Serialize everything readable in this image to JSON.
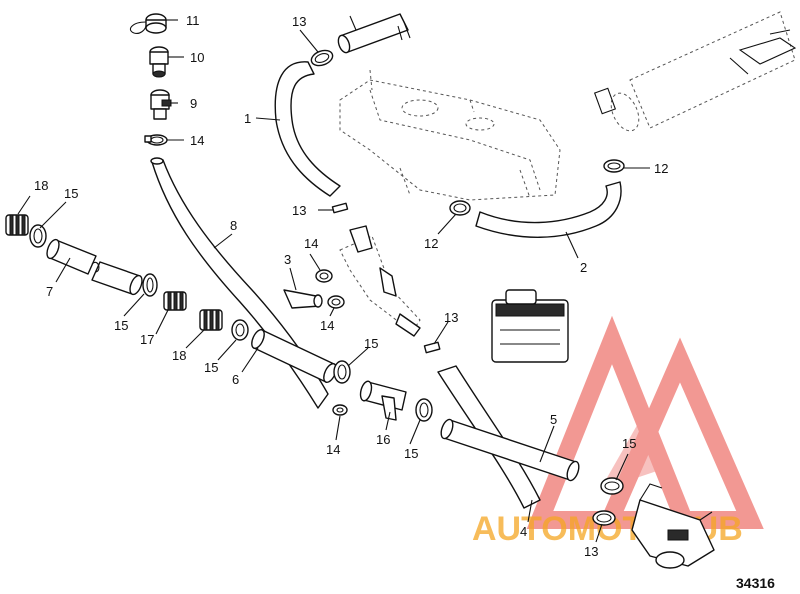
{
  "figure_number": "34316",
  "watermark": {
    "text_a": "AUTO",
    "text_b": "MOTO",
    "text_c": "HUB",
    "color_main": "#f5a623",
    "color_accent": "#e8453c"
  },
  "callouts": [
    {
      "id": "c11a",
      "label": "11"
    },
    {
      "id": "c10",
      "label": "10"
    },
    {
      "id": "c9",
      "label": "9"
    },
    {
      "id": "c14a",
      "label": "14"
    },
    {
      "id": "c13a",
      "label": "13"
    },
    {
      "id": "c1",
      "label": "1"
    },
    {
      "id": "c13b",
      "label": "13"
    },
    {
      "id": "c12a",
      "label": "12"
    },
    {
      "id": "c12b",
      "label": "12"
    },
    {
      "id": "c2",
      "label": "2"
    },
    {
      "id": "c18a",
      "label": "18"
    },
    {
      "id": "c15a",
      "label": "15"
    },
    {
      "id": "c7",
      "label": "7"
    },
    {
      "id": "c8",
      "label": "8"
    },
    {
      "id": "c14b",
      "label": "14"
    },
    {
      "id": "c3",
      "label": "3"
    },
    {
      "id": "c14c",
      "label": "14"
    },
    {
      "id": "c15b",
      "label": "15"
    },
    {
      "id": "c17",
      "label": "17"
    },
    {
      "id": "c18b",
      "label": "18"
    },
    {
      "id": "c15c",
      "label": "15"
    },
    {
      "id": "c6",
      "label": "6"
    },
    {
      "id": "c15d",
      "label": "15"
    },
    {
      "id": "c13c",
      "label": "13"
    },
    {
      "id": "c14d",
      "label": "14"
    },
    {
      "id": "c16",
      "label": "16"
    },
    {
      "id": "c15e",
      "label": "15"
    },
    {
      "id": "c5",
      "label": "5"
    },
    {
      "id": "c15f",
      "label": "15"
    },
    {
      "id": "c4",
      "label": "4"
    },
    {
      "id": "c13d",
      "label": "13"
    }
  ]
}
